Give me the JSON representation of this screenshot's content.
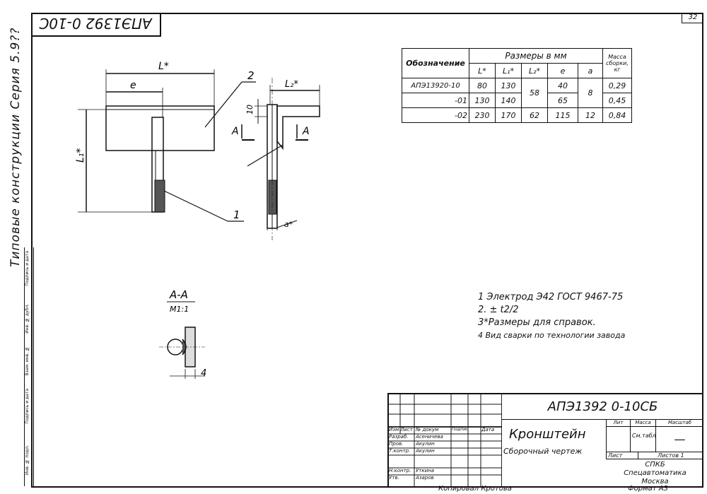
{
  "header": {
    "top_code": "АПЭ1392 0-10С",
    "sheet_number": "32",
    "side_title": "Типовые конструкции  Серия  5.9??"
  },
  "side_stamp": [
    "Инв. № подл.",
    "Подпись и дата",
    "Взам. инв. №",
    "Инв. № дубл.",
    "Подпись и дата"
  ],
  "drawing": {
    "label_L": "L*",
    "label_e": "e",
    "label_L1": "L₁*",
    "label_L2": "L₂*",
    "label_10": "10",
    "label_A1": "A",
    "label_A2": "A",
    "label_a": "a*",
    "callout_1": "1",
    "callout_2": "2",
    "section_title": "А-А",
    "section_scale": "М1:1",
    "section_dim": "4"
  },
  "spec_table": {
    "col_designation": "Обозначение",
    "group_header": "Размеры в мм",
    "col_L": "L*",
    "col_L1": "L₁*",
    "col_L2": "L₂*",
    "col_e": "e",
    "col_a": "a",
    "col_mass": "Масса сборки, кг",
    "rows": [
      {
        "designation": "АПЭ13920-10",
        "L": "80",
        "L1": "130",
        "L2": "58",
        "e": "40",
        "a": "8",
        "mass": "0,29"
      },
      {
        "designation": "-01",
        "L": "130",
        "L1": "140",
        "L2": "",
        "e": "65",
        "a": "",
        "mass": "0,45"
      },
      {
        "designation": "-02",
        "L": "230",
        "L1": "170",
        "L2": "62",
        "e": "115",
        "a": "12",
        "mass": "0,84"
      }
    ]
  },
  "notes": [
    "1 Электрод Э42 ГОСТ 9467-75",
    "2. ± t2/2",
    "3*Размеры для справок.",
    "4 Вид сварки по технологии завода"
  ],
  "title_block": {
    "doc_code": "АПЭ1392 0-10СБ",
    "name": "Кронштейн",
    "doc_type": "Сборочный чертеж",
    "lit": "Лит",
    "mass": "Масса",
    "scale": "Масштаб",
    "mass_value": "См.табл.",
    "scale_value": "—",
    "sheet": "Лист",
    "sheets": "Листов 1",
    "org_1": "СПКБ",
    "org_2": "Спецавтоматика",
    "org_3": "Москва",
    "header_row": [
      "Изм",
      "Лист",
      "№ докум",
      "Подпись",
      "Дата"
    ],
    "people": [
      {
        "role": "Разраб.",
        "name": "Асеничева"
      },
      {
        "role": "Пров.",
        "name": "Акулин"
      },
      {
        "role": "Т.контр.",
        "name": "Акулин"
      },
      {
        "role": "Н.контр.",
        "name": "Уткина"
      },
      {
        "role": "Утв.",
        "name": "Азаров"
      }
    ]
  },
  "footer": {
    "copied": "Копировал Кротова",
    "format": "Формат А3"
  }
}
